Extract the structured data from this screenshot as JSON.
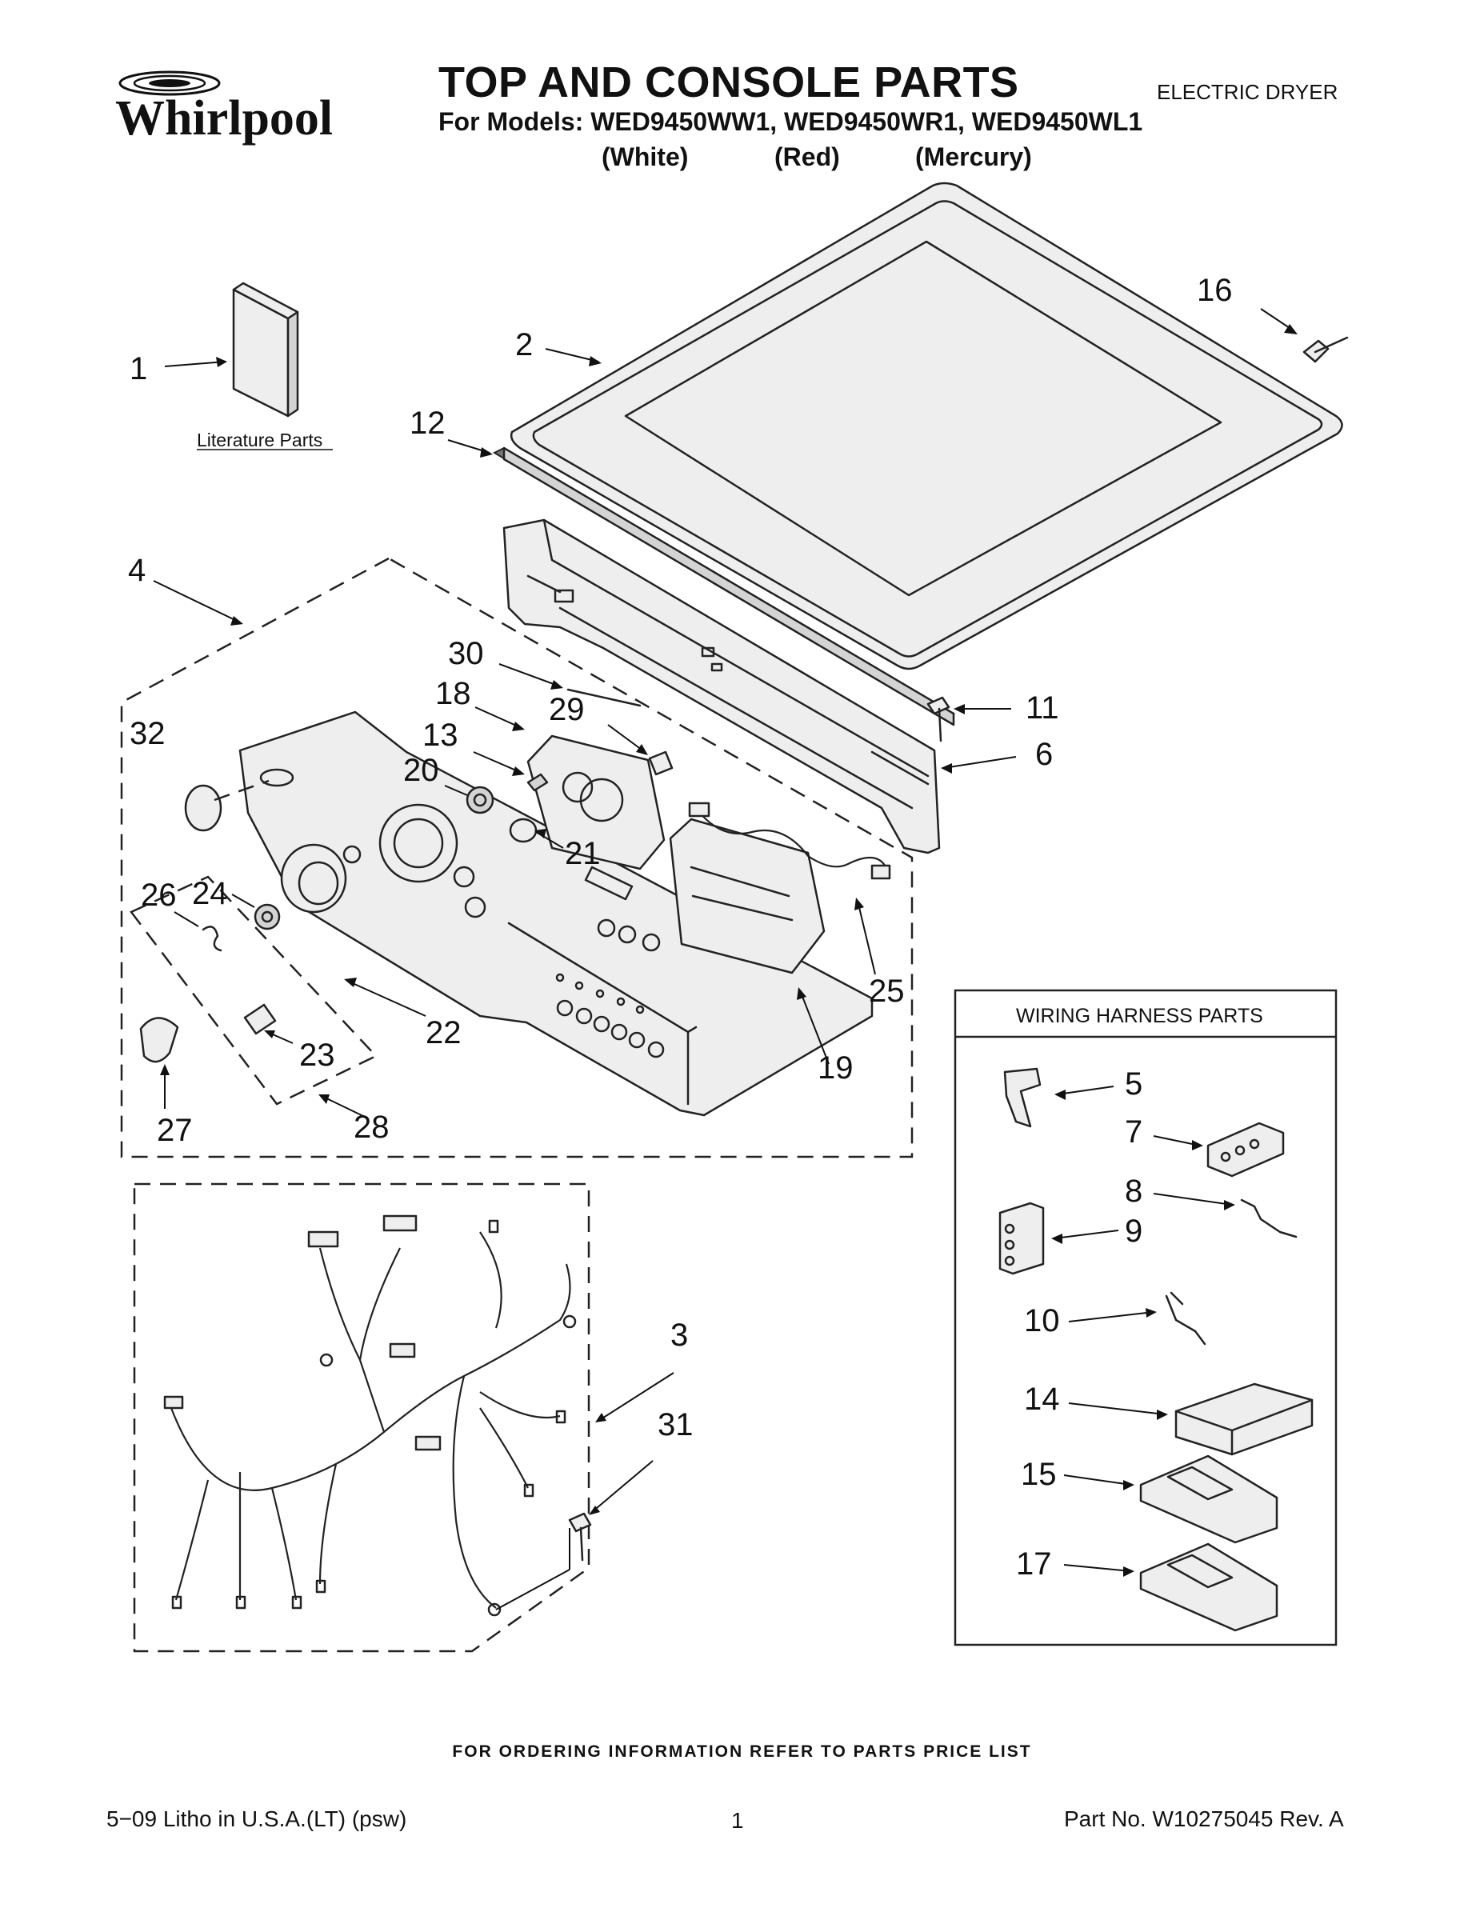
{
  "header": {
    "brand": "Whirlpool",
    "title": "TOP AND CONSOLE PARTS",
    "models": "For Models: WED9450WW1, WED9450WR1, WED9450WL1",
    "colors": {
      "white": "(White)",
      "red": "(Red)",
      "mercury": "(Mercury)"
    },
    "document_type": "ELECTRIC DRYER"
  },
  "diagram": {
    "literature_label": "Literature Parts",
    "wiring_box_title": "WIRING HARNESS PARTS",
    "callouts": {
      "c1": "1",
      "c2": "2",
      "c3": "3",
      "c4": "4",
      "c5": "5",
      "c6": "6",
      "c7": "7",
      "c8": "8",
      "c9": "9",
      "c10": "10",
      "c11": "11",
      "c12": "12",
      "c13": "13",
      "c14": "14",
      "c15": "15",
      "c16": "16",
      "c17": "17",
      "c18": "18",
      "c19": "19",
      "c20": "20",
      "c21": "21",
      "c22": "22",
      "c23": "23",
      "c24": "24",
      "c25": "25",
      "c26": "26",
      "c27": "27",
      "c28": "28",
      "c29": "29",
      "c30": "30",
      "c31": "31",
      "c32": "32"
    }
  },
  "footer": {
    "ordering_note": "FOR ORDERING INFORMATION REFER TO PARTS PRICE LIST",
    "litho": "5−09 Litho in U.S.A.(LT) (psw)",
    "page_number": "1",
    "part_number": "Part No. W10275045 Rev. A"
  }
}
